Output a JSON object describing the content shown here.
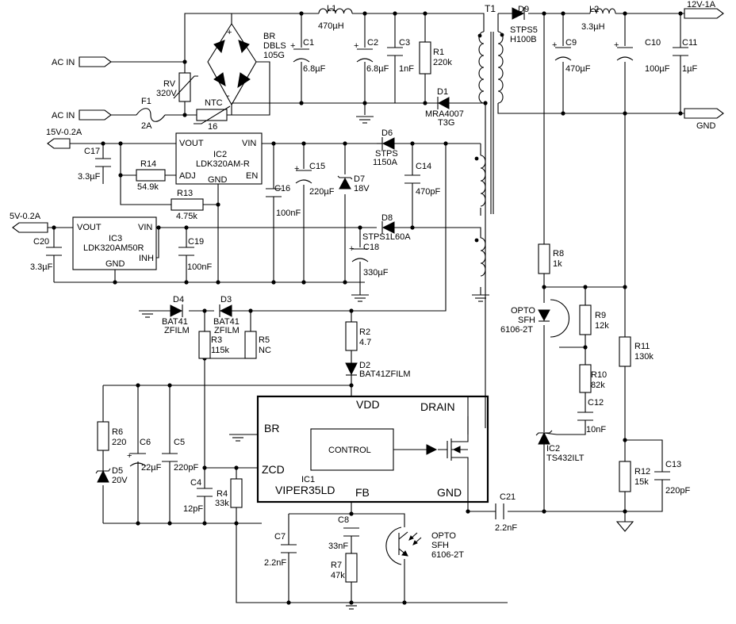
{
  "ports": {
    "ac_in_1": "AC IN",
    "ac_in_2": "AC IN",
    "v15": "15V-0.2A",
    "v5": "5V-0.2A",
    "v12": "12V-1A",
    "gnd": "GND"
  },
  "parts": {
    "br": {
      "ref": "BR",
      "val1": "DBLS",
      "val2": "105G"
    },
    "rv": {
      "ref": "RV",
      "val": "320V"
    },
    "f1": {
      "ref": "F1",
      "val": "2A"
    },
    "ntc": {
      "ref": "NTC",
      "val": "16"
    },
    "l1": {
      "ref": "L1",
      "val": "470µH"
    },
    "c1": {
      "ref": "C1",
      "val": "6.8µF"
    },
    "c2": {
      "ref": "C2",
      "val": "6.8µF"
    },
    "c3": {
      "ref": "C3",
      "val": "1nF"
    },
    "r1": {
      "ref": "R1",
      "val": "220k"
    },
    "d1": {
      "ref": "D1",
      "val1": "MRA4007",
      "val2": "T3G"
    },
    "t1": {
      "ref": "T1"
    },
    "d9": {
      "ref": "D9",
      "val1": "STPS5",
      "val2": "H100B"
    },
    "l2": {
      "ref": "L2",
      "val": "3.3µH"
    },
    "c9": {
      "ref": "C9",
      "val": "470µF"
    },
    "c10": {
      "ref": "C10",
      "val": "100µF"
    },
    "c11": {
      "ref": "C11",
      "val": "1µF"
    },
    "ic2a": {
      "ref": "IC2",
      "val": "LDK320AM-R",
      "vout": "VOUT",
      "vin": "VIN",
      "adj": "ADJ",
      "en": "EN",
      "gnd": "GND"
    },
    "c17": {
      "ref": "C17",
      "val": "3.3µF"
    },
    "r14": {
      "ref": "R14",
      "val": "54.9k"
    },
    "r13": {
      "ref": "R13",
      "val": "4.75k"
    },
    "c16": {
      "ref": "C16",
      "val": "100nF"
    },
    "c15": {
      "ref": "C15",
      "val": "220µF"
    },
    "d7": {
      "ref": "D7",
      "val": "18V"
    },
    "d6": {
      "ref": "D6",
      "val1": "STPS",
      "val2": "1150A"
    },
    "c14": {
      "ref": "C14",
      "val": "470pF"
    },
    "ic3": {
      "ref": "IC3",
      "val": "LDK320AM50R",
      "vout": "VOUT",
      "vin": "VIN",
      "inh": "INH",
      "gnd": "GND"
    },
    "c20": {
      "ref": "C20",
      "val": "3.3µF"
    },
    "c19": {
      "ref": "C19",
      "val": "100nF"
    },
    "d8": {
      "ref": "D8",
      "val": "STPS1L60A"
    },
    "c18": {
      "ref": "C18",
      "val": "330µF"
    },
    "r8": {
      "ref": "R8",
      "val": "1k"
    },
    "opto1": {
      "l1": "OPTO",
      "l2": "SFH",
      "l3": "6106-2T"
    },
    "r9": {
      "ref": "R9",
      "val": "12k"
    },
    "r10": {
      "ref": "R10",
      "val": "82k"
    },
    "r11": {
      "ref": "R11",
      "val": "130k"
    },
    "c12": {
      "ref": "C12",
      "val": "10nF"
    },
    "tl431": {
      "ref": "IC2",
      "val": "TS432ILT"
    },
    "r12": {
      "ref": "R12",
      "val": "15k"
    },
    "c13": {
      "ref": "C13",
      "val": "220pF"
    },
    "d4": {
      "ref": "D4",
      "val1": "BAT41",
      "val2": "ZFILM"
    },
    "d3": {
      "ref": "D3",
      "val1": "BAT41",
      "val2": "ZFILM"
    },
    "r3": {
      "ref": "R3",
      "val": "115k"
    },
    "r5": {
      "ref": "R5",
      "val": "NC"
    },
    "r2": {
      "ref": "R2",
      "val": "4.7"
    },
    "d2": {
      "ref": "D2",
      "val": "BAT41ZFILM"
    },
    "r6": {
      "ref": "R6",
      "val": "220"
    },
    "d5": {
      "ref": "D5",
      "val": "20V"
    },
    "c6": {
      "ref": "C6",
      "val": "22µF"
    },
    "c5": {
      "ref": "C5",
      "val": "220pF"
    },
    "c4": {
      "ref": "C4",
      "val": "12pF"
    },
    "r4": {
      "ref": "R4",
      "val": "33k"
    },
    "ic1": {
      "ref": "IC1",
      "val": "VIPER35LD",
      "vdd": "VDD",
      "drain": "DRAIN",
      "br": "BR",
      "zcd": "ZCD",
      "fb": "FB",
      "gnd": "GND",
      "control": "CONTROL"
    },
    "c21": {
      "ref": "C21",
      "val": "2.2nF"
    },
    "c7": {
      "ref": "C7",
      "val": "2.2nF"
    },
    "c8": {
      "ref": "C8",
      "val": "33nF"
    },
    "r7": {
      "ref": "R7",
      "val": "47k"
    },
    "opto2": {
      "l1": "OPTO",
      "l2": "SFH",
      "l3": "6106-2T"
    }
  }
}
